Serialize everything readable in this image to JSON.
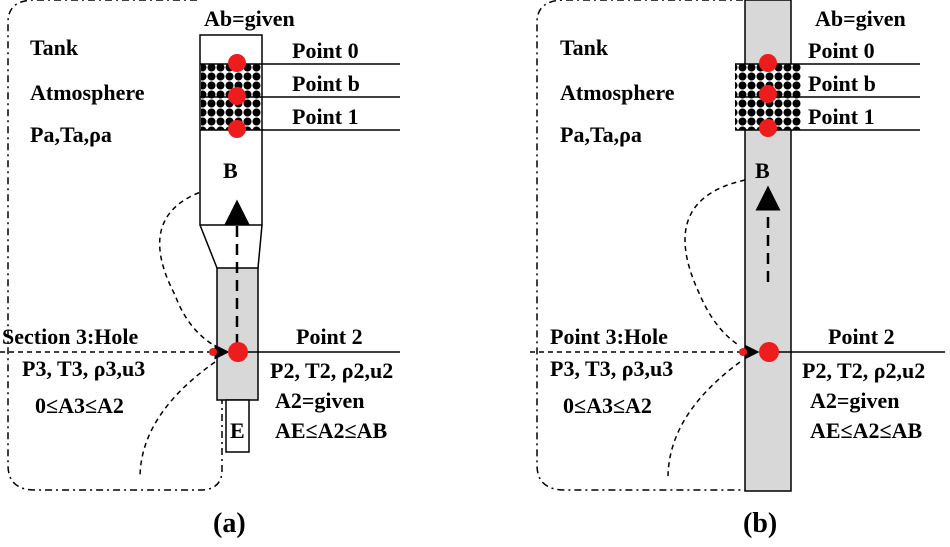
{
  "panels": [
    {
      "id": "a",
      "caption": "(a)",
      "area_label": "Ab=given",
      "tank": [
        "Tank",
        "Atmosphere",
        "Pa,Ta,ρa"
      ],
      "points": [
        "Point 0",
        "Point b",
        "Point 1"
      ],
      "section_b": "B",
      "point2": "Point 2",
      "point2_props": [
        "P2, T2, ρ2,u2",
        "A2=given",
        "AE≤A2≤AB"
      ],
      "hole_label": "Section 3:Hole",
      "hole_props": [
        "P3, T3, ρ3,u3",
        "0≤A3≤A2"
      ],
      "section_e": "E"
    },
    {
      "id": "b",
      "caption": "(b)",
      "area_label": "Ab=given",
      "tank": [
        "Tank",
        "Atmosphere",
        "Pa,Ta,ρa"
      ],
      "points": [
        "Point 0",
        "Point b",
        "Point 1"
      ],
      "section_b": "B",
      "point2": "Point 2",
      "point2_props": [
        "P2, T2, ρ2,u2",
        "A2=given",
        "AE≤A2≤AB"
      ],
      "hole_label": "Point 3:Hole",
      "hole_props": [
        "P3, T3, ρ3,u3",
        "0≤A3≤A2"
      ]
    }
  ],
  "colors": {
    "marker": "#ee1c1c",
    "pipe_fill": "#d8d8d8",
    "line": "#000000"
  }
}
